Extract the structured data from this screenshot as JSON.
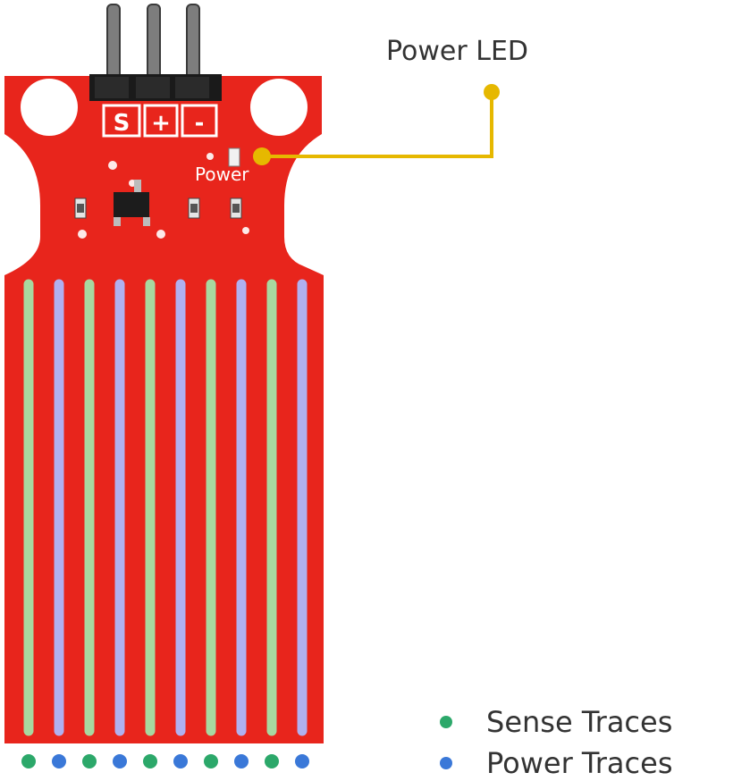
{
  "board": {
    "pin_labels": [
      "S",
      "+",
      "-"
    ],
    "silkscreen": "Power",
    "color": "#e8251c"
  },
  "callout": {
    "label": "Power LED",
    "color": "#e6b800"
  },
  "traces": {
    "pattern": [
      "sense",
      "power",
      "sense",
      "power",
      "sense",
      "power",
      "sense",
      "power",
      "sense",
      "power"
    ],
    "sense_color": "#a8d8a0",
    "power_color": "#b0b0f0"
  },
  "legend": {
    "sense": {
      "label": "Sense Traces",
      "color": "#2ca86a"
    },
    "power": {
      "label": "Power Traces",
      "color": "#3a78d8"
    }
  }
}
